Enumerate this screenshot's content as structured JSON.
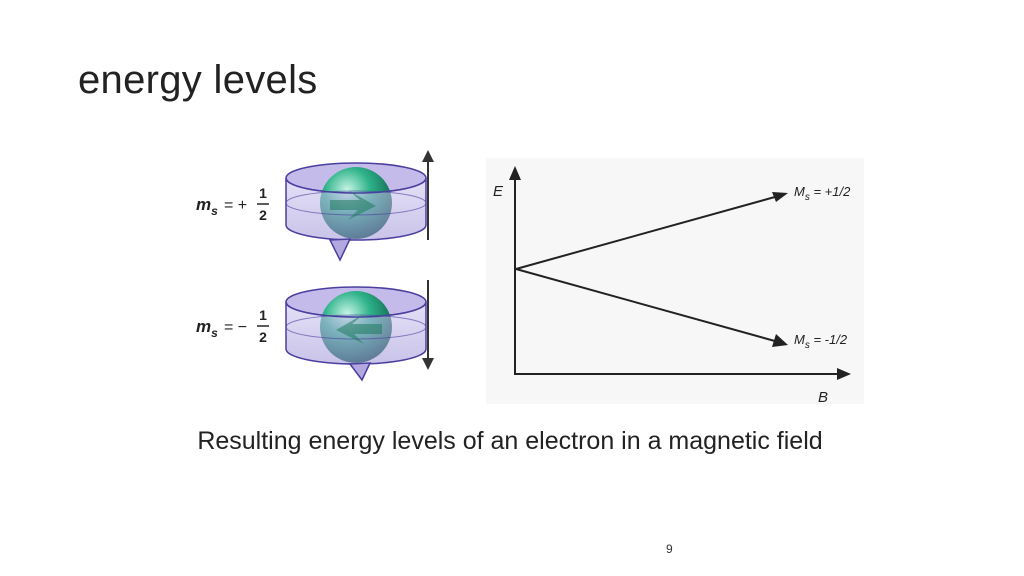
{
  "slide": {
    "title": "energy levels",
    "caption": "Resulting energy levels of an electron in a magnetic field",
    "page_number": "9"
  },
  "figure": {
    "spin_states": [
      {
        "symbol": "m",
        "subscript": "s",
        "sign": "= +",
        "numerator": "1",
        "denominator": "2",
        "arrow_direction": "up"
      },
      {
        "symbol": "m",
        "subscript": "s",
        "sign": "= −",
        "numerator": "1",
        "denominator": "2",
        "arrow_direction": "down"
      }
    ],
    "graph": {
      "y_axis_label": "E",
      "x_axis_label": "B",
      "upper_level": {
        "symbol": "M",
        "subscript": "s",
        "value": " = +1/2"
      },
      "lower_level": {
        "symbol": "M",
        "subscript": "s",
        "value": " = -1/2"
      }
    },
    "colors": {
      "ring_fill": "#b3a9e0",
      "ring_stroke": "#4a3fa0",
      "sphere_light": "#c8f5e6",
      "sphere_mid": "#2fb38a",
      "sphere_dark": "#0f5e4a",
      "graph_background": "#f7f7f7",
      "axis": "#222222"
    }
  }
}
